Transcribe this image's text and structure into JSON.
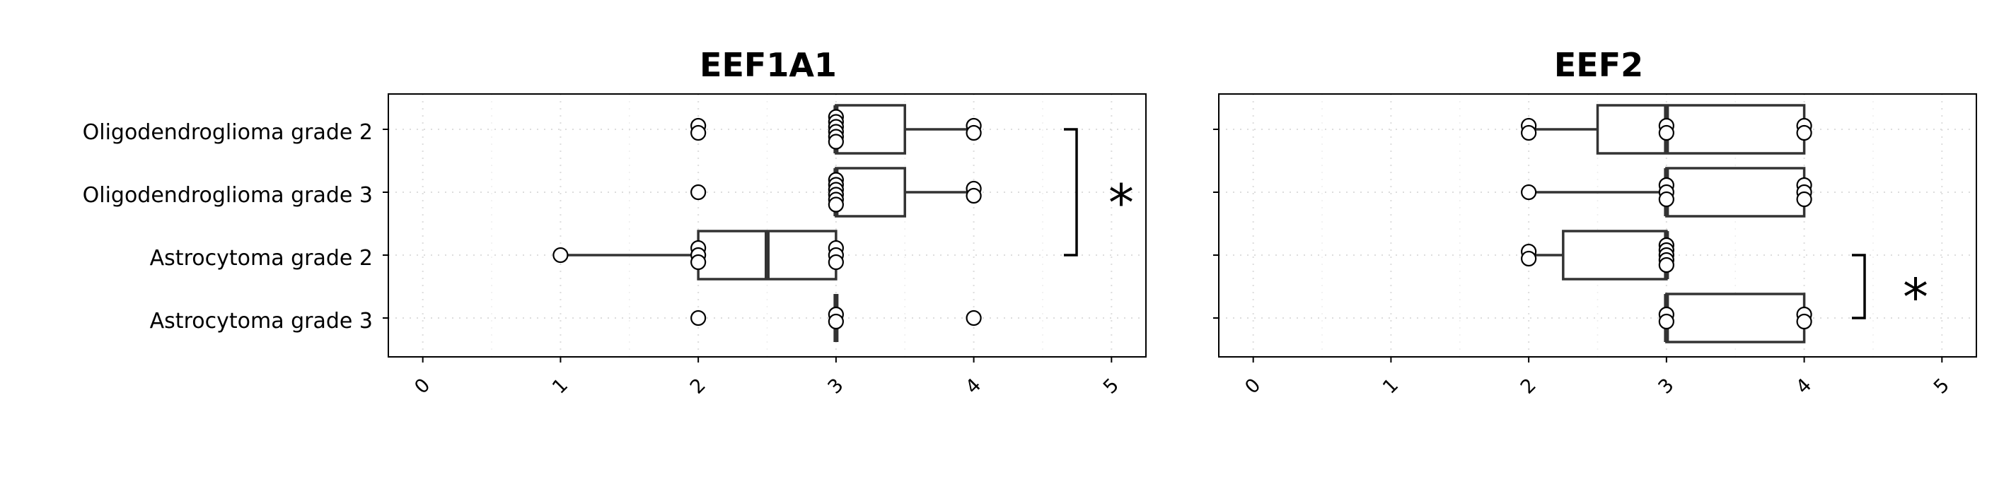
{
  "colors": {
    "box": "#333333",
    "grid": "#dddddd",
    "frame": "#000000",
    "point_fill": "#ffffff",
    "point_stroke": "#000000"
  },
  "chart_data": [
    {
      "type": "boxplot",
      "title": "EEF1A1",
      "orientation": "horizontal",
      "categories": [
        "Oligodendroglioma grade 2",
        "Oligodendroglioma grade 3",
        "Astrocytoma grade 2",
        "Astrocytoma grade 3"
      ],
      "xlim": [
        -0.25,
        5.25
      ],
      "xticks": [
        "0",
        "1",
        "2",
        "3",
        "4",
        "5"
      ],
      "grid": true,
      "boxes": [
        {
          "category": "Oligodendroglioma grade 2",
          "whisker_low": 3,
          "q1": 3,
          "median": 3,
          "q3": 3.5,
          "whisker_high": 4,
          "points": [
            2,
            2,
            3,
            3,
            3,
            3,
            3,
            3,
            4,
            4
          ]
        },
        {
          "category": "Oligodendroglioma grade 3",
          "whisker_low": 3,
          "q1": 3,
          "median": 3,
          "q3": 3.5,
          "whisker_high": 4,
          "points": [
            2,
            3,
            3,
            3,
            3,
            3,
            3,
            4,
            4
          ]
        },
        {
          "category": "Astrocytoma grade 2",
          "whisker_low": 1,
          "q1": 2,
          "median": 2.5,
          "q3": 3,
          "whisker_high": 3,
          "points": [
            1,
            2,
            2,
            2,
            3,
            3,
            3
          ]
        },
        {
          "category": "Astrocytoma grade 3",
          "whisker_low": 3,
          "q1": 3,
          "median": 3,
          "q3": 3,
          "whisker_high": 3,
          "points": [
            2,
            3,
            3,
            4
          ]
        }
      ],
      "significance": [
        {
          "from": "Oligodendroglioma grade 2",
          "to": "Astrocytoma grade 2",
          "label": "*"
        }
      ]
    },
    {
      "type": "boxplot",
      "title": "EEF2",
      "orientation": "horizontal",
      "categories": [
        "Oligodendroglioma grade 2",
        "Oligodendroglioma grade 3",
        "Astrocytoma grade 2",
        "Astrocytoma grade 3"
      ],
      "xlim": [
        -0.25,
        5.25
      ],
      "xticks": [
        "0",
        "1",
        "2",
        "3",
        "4",
        "5"
      ],
      "grid": true,
      "boxes": [
        {
          "category": "Oligodendroglioma grade 2",
          "whisker_low": 2,
          "q1": 2.5,
          "median": 3,
          "q3": 4,
          "whisker_high": 4,
          "points": [
            2,
            2,
            3,
            3,
            4,
            4
          ]
        },
        {
          "category": "Oligodendroglioma grade 3",
          "whisker_low": 2,
          "q1": 3,
          "median": 3,
          "q3": 4,
          "whisker_high": 4,
          "points": [
            2,
            3,
            3,
            3,
            4,
            4,
            4
          ]
        },
        {
          "category": "Astrocytoma grade 2",
          "whisker_low": 2,
          "q1": 2.25,
          "median": 3,
          "q3": 3,
          "whisker_high": 3,
          "points": [
            2,
            2,
            3,
            3,
            3,
            3,
            3
          ]
        },
        {
          "category": "Astrocytoma grade 3",
          "whisker_low": 3,
          "q1": 3,
          "median": 3,
          "q3": 4,
          "whisker_high": 4,
          "points": [
            3,
            3,
            4,
            4
          ]
        }
      ],
      "significance": [
        {
          "from": "Astrocytoma grade 2",
          "to": "Astrocytoma grade 3",
          "label": "*"
        }
      ]
    }
  ]
}
